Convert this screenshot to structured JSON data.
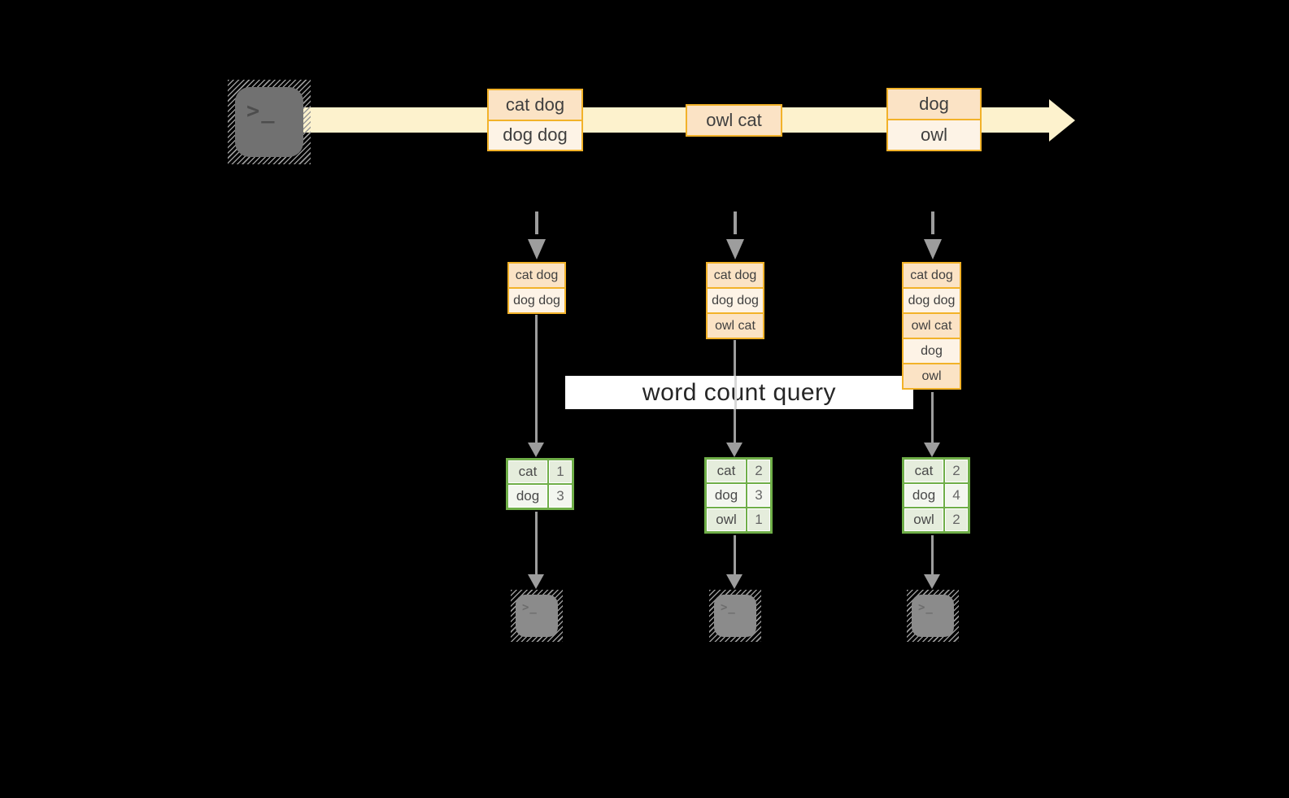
{
  "banner": {
    "label": "word count query"
  },
  "terminals": {
    "prompt": ">_"
  },
  "stream": {
    "events": [
      {
        "lines": [
          "cat dog",
          "dog dog"
        ]
      },
      {
        "lines": [
          "owl cat"
        ]
      },
      {
        "lines": [
          "dog",
          "owl"
        ]
      }
    ]
  },
  "columns": [
    {
      "batch": [
        "cat dog",
        "dog dog"
      ],
      "counts": [
        {
          "word": "cat",
          "count": 1
        },
        {
          "word": "dog",
          "count": 3
        }
      ]
    },
    {
      "batch": [
        "cat dog",
        "dog dog",
        "owl cat"
      ],
      "counts": [
        {
          "word": "cat",
          "count": 2
        },
        {
          "word": "dog",
          "count": 3
        },
        {
          "word": "owl",
          "count": 1
        }
      ]
    },
    {
      "batch": [
        "cat dog",
        "dog dog",
        "owl cat",
        "dog",
        "owl"
      ],
      "counts": [
        {
          "word": "cat",
          "count": 2
        },
        {
          "word": "dog",
          "count": 4
        },
        {
          "word": "owl",
          "count": 2
        }
      ]
    }
  ],
  "colors": {
    "background": "#000000",
    "stream_band": "#fdf2cd",
    "event_border": "#f2b229",
    "event_fill_dark": "#fbe3c5",
    "event_fill_light": "#fdf3e6",
    "table_border": "#6fae48",
    "table_fill_dark": "#e5eddc",
    "table_fill_light": "#f3f6ef",
    "arrow_gray": "#9d9d9d",
    "banner_bg": "#ffffff"
  }
}
